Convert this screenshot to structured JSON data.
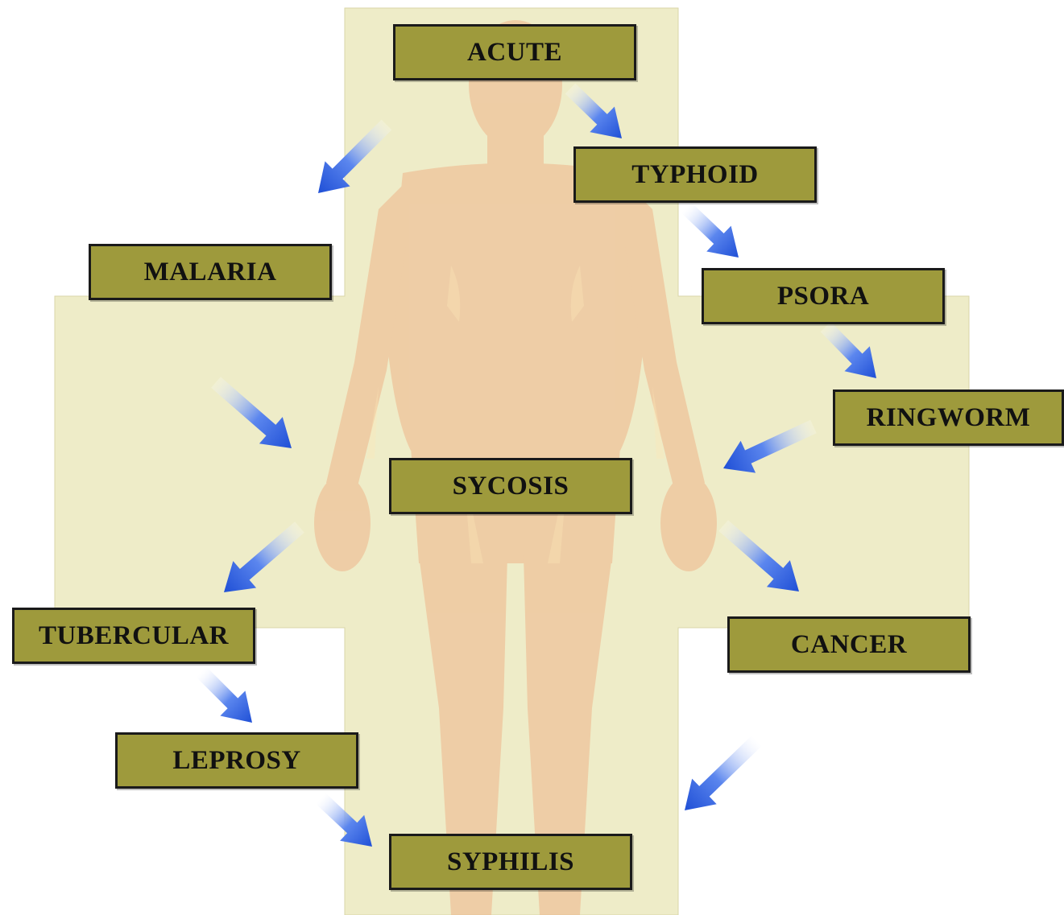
{
  "diagram": {
    "nodes": [
      {
        "id": "acute",
        "label": "ACUTE"
      },
      {
        "id": "typhoid",
        "label": "TYPHOID"
      },
      {
        "id": "malaria",
        "label": "MALARIA"
      },
      {
        "id": "psora",
        "label": "PSORA"
      },
      {
        "id": "ringworm",
        "label": "RINGWORM"
      },
      {
        "id": "sycosis",
        "label": "SYCOSIS"
      },
      {
        "id": "tubercular",
        "label": "TUBERCULAR"
      },
      {
        "id": "cancer",
        "label": "CANCER"
      },
      {
        "id": "leprosy",
        "label": "LEPROSY"
      },
      {
        "id": "syphilis",
        "label": "SYPHILIS"
      }
    ],
    "box_color": "#9e9a3c",
    "arrow_color": "#1f4fd6",
    "background_color": "#eeecc4",
    "figure_color": "#efb48a"
  }
}
